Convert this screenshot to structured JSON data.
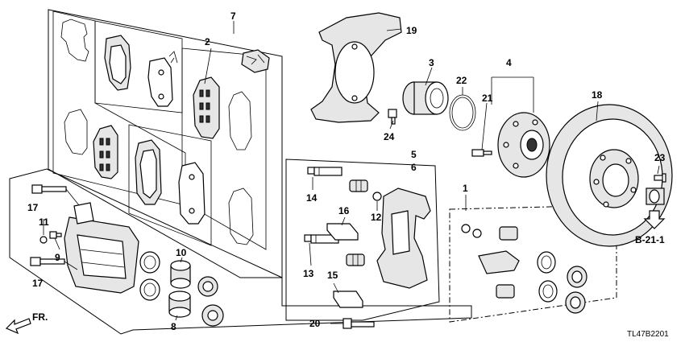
{
  "callouts": {
    "c1": "1",
    "c2": "2",
    "c3": "3",
    "c4": "4",
    "c5": "5",
    "c6": "6",
    "c7": "7",
    "c8": "8",
    "c9": "9",
    "c10": "10",
    "c11": "11",
    "c12": "12",
    "c13": "13",
    "c14": "14",
    "c15": "15",
    "c16": "16",
    "c17a": "17",
    "c17b": "17",
    "c18": "18",
    "c19": "19",
    "c20": "20",
    "c21": "21",
    "c22": "22",
    "c23": "23",
    "c24": "24"
  },
  "reference": "B-21-1",
  "direction_label": "FR.",
  "diagram_code": "TL47B2201",
  "icons": {
    "direction": "fr-arrow-icon",
    "reference": "reference-arrow-icon"
  }
}
